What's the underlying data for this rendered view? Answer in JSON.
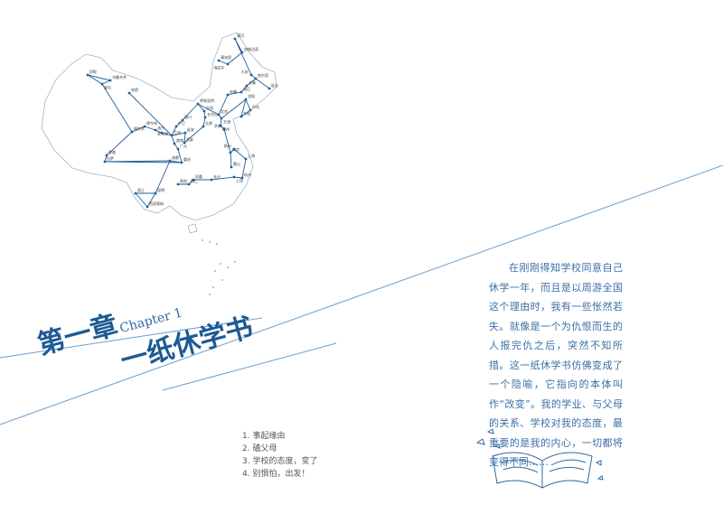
{
  "chapter": {
    "number_label": "第一章",
    "english_label": "Chapter 1",
    "title": "一纸休学书"
  },
  "intro_paragraph": "在刚刚得知学校同意自己休学一年，而且是以周游全国这个理由时，我有一些怅然若失。就像是一个为仇恨而生的人报完仇之后，突然不知所措。这一纸休学书仿佛变成了一个隐喻，它指向的本体叫作“改变”。我的学业、与父母的关系、学校对我的态度，最重要的是我的内心，一切都将变得不同……",
  "contents": [
    "1. 事起缘由",
    "2. 磕父母",
    "3. 学校的态度，变了",
    "4. 别惧怕，出发！"
  ],
  "map": {
    "cities": [
      "伊犁",
      "乌鲁木齐",
      "奎屯",
      "哈密",
      "格尔木",
      "德令哈",
      "青海湖",
      "西宁",
      "兰州",
      "那曲",
      "拉萨",
      "成都",
      "重庆",
      "昆明",
      "丽江",
      "西双版纳",
      "广元",
      "陇南",
      "中卫",
      "银川",
      "延安",
      "西安",
      "呼和浩特",
      "大同",
      "五台山",
      "太原",
      "北京",
      "天津",
      "德州",
      "济南",
      "赤峰",
      "通辽",
      "长春",
      "哈尔滨",
      "大庆",
      "满洲里",
      "海拉尔",
      "加格达奇",
      "漠河",
      "延吉",
      "沈阳",
      "丹东",
      "大连",
      "南京",
      "扬州",
      "上海",
      "黄山",
      "杭州",
      "上饶",
      "长沙",
      "凤凰",
      "铜仁",
      "贵阳"
    ]
  },
  "colors": {
    "accent": "#1d5a93",
    "line": "#6a9fd0",
    "route": "#1f5d99"
  }
}
